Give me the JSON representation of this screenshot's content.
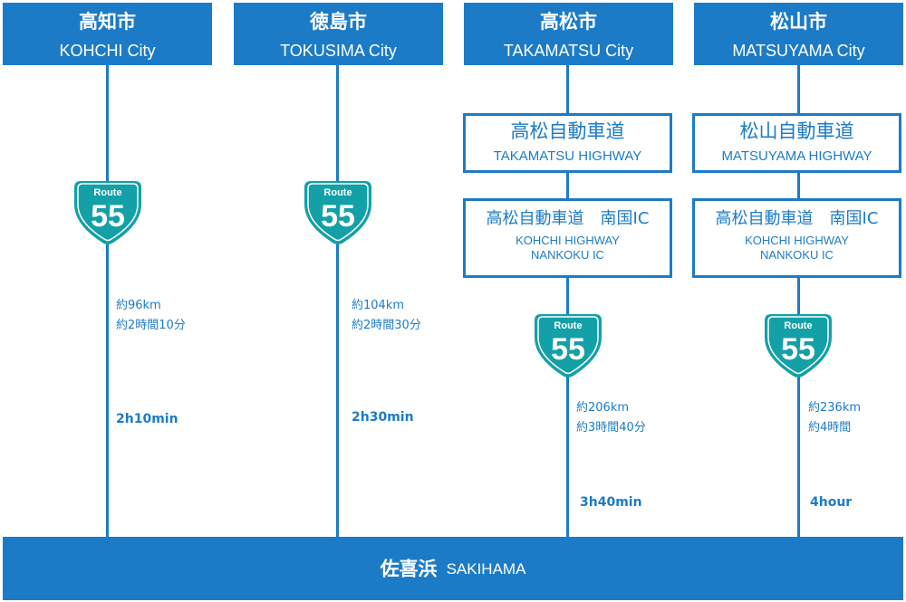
{
  "columns": [
    {
      "city_jp": "高知市",
      "city_en": "KOHCHI City",
      "highway": null,
      "interchange": null,
      "route": {
        "label": "Route",
        "number": "55"
      },
      "distance": "約96km",
      "duration_jp": "約2時間10分",
      "duration_en": "2h10min"
    },
    {
      "city_jp": "徳島市",
      "city_en": "TOKUSIMA City",
      "highway": null,
      "interchange": null,
      "route": {
        "label": "Route",
        "number": "55"
      },
      "distance": "約104km",
      "duration_jp": "約2時間30分",
      "duration_en": "2h30min"
    },
    {
      "city_jp": "高松市",
      "city_en": "TAKAMATSU City",
      "highway": {
        "jp": "高松自動車道",
        "en": "TAKAMATSU HIGHWAY"
      },
      "interchange": {
        "jp": "高松自動車道　南国IC",
        "en_line1": "KOHCHI HIGHWAY",
        "en_line2": "NANKOKU IC"
      },
      "route": {
        "label": "Route",
        "number": "55"
      },
      "distance": "約206km",
      "duration_jp": "約3時間40分",
      "duration_en": "3h40min"
    },
    {
      "city_jp": "松山市",
      "city_en": "MATSUYAMA City",
      "highway": {
        "jp": "松山自動車道",
        "en": "MATSUYAMA HIGHWAY"
      },
      "interchange": {
        "jp": "高松自動車道　南国IC",
        "en_line1": "KOHCHI HIGHWAY",
        "en_line2": "NANKOKU IC"
      },
      "route": {
        "label": "Route",
        "number": "55"
      },
      "distance": "約236km",
      "duration_jp": "約4時間",
      "duration_en": "4hour"
    }
  ],
  "destination": {
    "jp": "佐喜浜",
    "en": "SAKIHAMA"
  },
  "colors": {
    "primary": "#1c7bc7",
    "route_badge": "#13a0a7",
    "text_on_primary": "#ffffff"
  }
}
